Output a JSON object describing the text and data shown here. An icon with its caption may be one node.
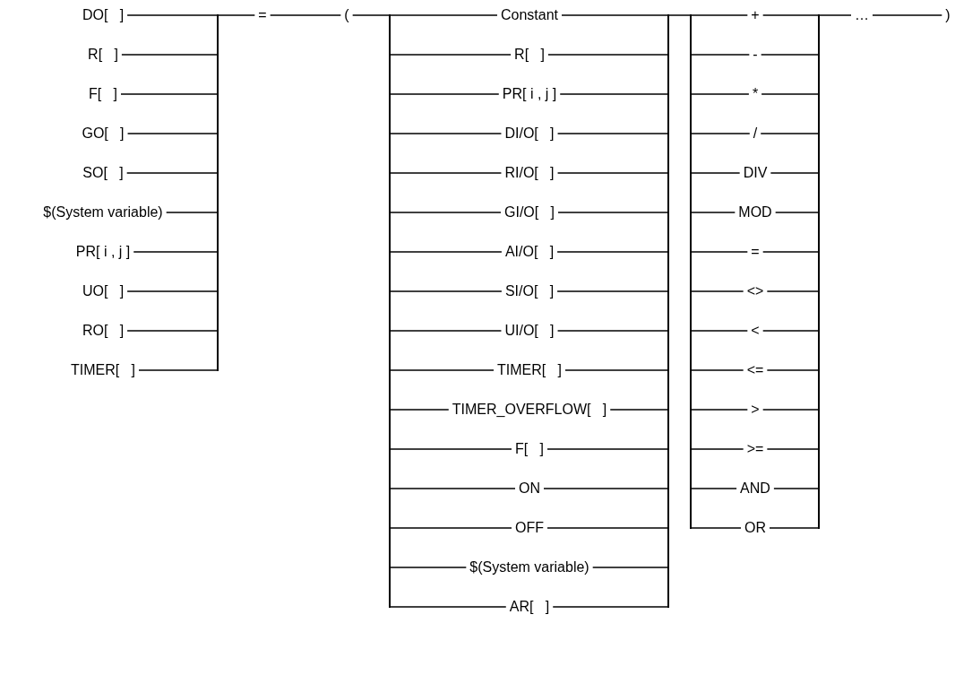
{
  "diagram": {
    "nodes": [
      {
        "text": [
          "DO[   ]"
        ]
      },
      {
        "text": [
          "R[   ]"
        ]
      },
      {
        "text": [
          "F[   ]"
        ]
      },
      {
        "text": [
          "GO[   ]"
        ]
      },
      {
        "text": [
          "SO[   ]"
        ]
      },
      {
        "text": [
          "$(System variable)"
        ]
      },
      {
        "text": [
          "PR[ i , j ]"
        ]
      },
      {
        "text": [
          "UO[   ]"
        ]
      },
      {
        "text": [
          "RO[   ]"
        ]
      },
      {
        "text": [
          "TIMER[   ]"
        ]
      },
      {
        "text": [],
        "shape": "bar"
      },
      {
        "text": [
          "="
        ]
      },
      {
        "text": [
          "("
        ]
      },
      {
        "text": [],
        "shape": "bar"
      },
      {
        "text": [
          "Constant"
        ]
      },
      {
        "text": [
          "R[   ]"
        ]
      },
      {
        "text": [
          "PR[ i , j ]"
        ]
      },
      {
        "text": [
          "DI/O[   ]"
        ]
      },
      {
        "text": [
          "RI/O[   ]"
        ]
      },
      {
        "text": [
          "GI/O[   ]"
        ]
      },
      {
        "text": [
          "AI/O[   ]"
        ]
      },
      {
        "text": [
          "SI/O[   ]"
        ]
      },
      {
        "text": [
          "UI/O[   ]"
        ]
      },
      {
        "text": [
          "TIMER[   ]"
        ]
      },
      {
        "text": [
          "TIMER_OVERFLOW[   ]"
        ]
      },
      {
        "text": [
          "F[   ]"
        ]
      },
      {
        "text": [
          "ON"
        ]
      },
      {
        "text": [
          "OFF"
        ]
      },
      {
        "text": [
          "$(System variable)"
        ]
      },
      {
        "text": [
          "AR[   ]"
        ]
      },
      {
        "text": [],
        "shape": "bar"
      },
      {
        "text": [],
        "shape": "bar"
      },
      {
        "text": [
          "+"
        ]
      },
      {
        "text": [
          "-"
        ]
      },
      {
        "text": [
          "*"
        ]
      },
      {
        "text": [
          "/"
        ]
      },
      {
        "text": [
          "DIV"
        ]
      },
      {
        "text": [
          "MOD"
        ]
      },
      {
        "text": [
          "="
        ]
      },
      {
        "text": [
          "<>"
        ]
      },
      {
        "text": [
          "<"
        ]
      },
      {
        "text": [
          "<="
        ]
      },
      {
        "text": [
          ">"
        ]
      },
      {
        "text": [
          ">="
        ]
      },
      {
        "text": [
          "AND"
        ]
      },
      {
        "text": [
          "OR"
        ]
      },
      {
        "text": [],
        "shape": "bar"
      },
      {
        "text": [
          "…"
        ]
      },
      {
        "text": [
          ")"
        ]
      }
    ],
    "edges": [
      {
        "from": 0,
        "to": 10,
        "arrow": "none"
      },
      {
        "from": 1,
        "to": 10,
        "arrow": "none"
      },
      {
        "from": 2,
        "to": 10,
        "arrow": "none"
      },
      {
        "from": 3,
        "to": 10,
        "arrow": "none"
      },
      {
        "from": 4,
        "to": 10,
        "arrow": "none"
      },
      {
        "from": 5,
        "to": 10,
        "arrow": "none"
      },
      {
        "from": 6,
        "to": 10,
        "arrow": "none"
      },
      {
        "from": 7,
        "to": 10,
        "arrow": "none"
      },
      {
        "from": 8,
        "to": 10,
        "arrow": "none"
      },
      {
        "from": 9,
        "to": 10,
        "arrow": "none"
      },
      {
        "from": 10,
        "to": 11,
        "arrow": "none"
      },
      {
        "from": 11,
        "to": 12,
        "arrow": "none"
      },
      {
        "from": 12,
        "to": 13,
        "arrow": "none"
      },
      {
        "from": 13,
        "to": 14,
        "arrow": "none"
      },
      {
        "from": 13,
        "to": 15,
        "arrow": "none"
      },
      {
        "from": 13,
        "to": 16,
        "arrow": "none"
      },
      {
        "from": 13,
        "to": 17,
        "arrow": "none"
      },
      {
        "from": 13,
        "to": 18,
        "arrow": "none"
      },
      {
        "from": 13,
        "to": 19,
        "arrow": "none"
      },
      {
        "from": 13,
        "to": 20,
        "arrow": "none"
      },
      {
        "from": 13,
        "to": 21,
        "arrow": "none"
      },
      {
        "from": 13,
        "to": 22,
        "arrow": "none"
      },
      {
        "from": 13,
        "to": 23,
        "arrow": "none"
      },
      {
        "from": 13,
        "to": 24,
        "arrow": "none"
      },
      {
        "from": 13,
        "to": 25,
        "arrow": "none"
      },
      {
        "from": 13,
        "to": 26,
        "arrow": "none"
      },
      {
        "from": 13,
        "to": 27,
        "arrow": "none"
      },
      {
        "from": 13,
        "to": 28,
        "arrow": "none"
      },
      {
        "from": 13,
        "to": 29,
        "arrow": "none"
      },
      {
        "from": 14,
        "to": 30,
        "arrow": "none"
      },
      {
        "from": 15,
        "to": 30,
        "arrow": "none"
      },
      {
        "from": 16,
        "to": 30,
        "arrow": "none"
      },
      {
        "from": 17,
        "to": 30,
        "arrow": "none"
      },
      {
        "from": 18,
        "to": 30,
        "arrow": "none"
      },
      {
        "from": 19,
        "to": 30,
        "arrow": "none"
      },
      {
        "from": 20,
        "to": 30,
        "arrow": "none"
      },
      {
        "from": 21,
        "to": 30,
        "arrow": "none"
      },
      {
        "from": 22,
        "to": 30,
        "arrow": "none"
      },
      {
        "from": 23,
        "to": 30,
        "arrow": "none"
      },
      {
        "from": 24,
        "to": 30,
        "arrow": "none"
      },
      {
        "from": 25,
        "to": 30,
        "arrow": "none"
      },
      {
        "from": 26,
        "to": 30,
        "arrow": "none"
      },
      {
        "from": 27,
        "to": 30,
        "arrow": "none"
      },
      {
        "from": 28,
        "to": 30,
        "arrow": "none"
      },
      {
        "from": 29,
        "to": 30,
        "arrow": "none"
      },
      {
        "from": 30,
        "to": 31,
        "arrow": "none"
      },
      {
        "from": 31,
        "to": 32,
        "arrow": "none"
      },
      {
        "from": 31,
        "to": 33,
        "arrow": "none"
      },
      {
        "from": 31,
        "to": 34,
        "arrow": "none"
      },
      {
        "from": 31,
        "to": 35,
        "arrow": "none"
      },
      {
        "from": 31,
        "to": 36,
        "arrow": "none"
      },
      {
        "from": 31,
        "to": 37,
        "arrow": "none"
      },
      {
        "from": 31,
        "to": 38,
        "arrow": "none"
      },
      {
        "from": 31,
        "to": 39,
        "arrow": "none"
      },
      {
        "from": 31,
        "to": 40,
        "arrow": "none"
      },
      {
        "from": 31,
        "to": 41,
        "arrow": "none"
      },
      {
        "from": 31,
        "to": 42,
        "arrow": "none"
      },
      {
        "from": 31,
        "to": 43,
        "arrow": "none"
      },
      {
        "from": 31,
        "to": 44,
        "arrow": "none"
      },
      {
        "from": 31,
        "to": 45,
        "arrow": "none"
      },
      {
        "from": 32,
        "to": 46,
        "arrow": "none"
      },
      {
        "from": 33,
        "to": 46,
        "arrow": "none"
      },
      {
        "from": 34,
        "to": 46,
        "arrow": "none"
      },
      {
        "from": 35,
        "to": 46,
        "arrow": "none"
      },
      {
        "from": 36,
        "to": 46,
        "arrow": "none"
      },
      {
        "from": 37,
        "to": 46,
        "arrow": "none"
      },
      {
        "from": 38,
        "to": 46,
        "arrow": "none"
      },
      {
        "from": 39,
        "to": 46,
        "arrow": "none"
      },
      {
        "from": 40,
        "to": 46,
        "arrow": "none"
      },
      {
        "from": 41,
        "to": 46,
        "arrow": "none"
      },
      {
        "from": 42,
        "to": 46,
        "arrow": "none"
      },
      {
        "from": 43,
        "to": 46,
        "arrow": "none"
      },
      {
        "from": 44,
        "to": 46,
        "arrow": "none"
      },
      {
        "from": 45,
        "to": 46,
        "arrow": "none"
      },
      {
        "from": 46,
        "to": 47,
        "arrow": "none"
      },
      {
        "from": 47,
        "to": 48,
        "arrow": "none"
      }
    ]
  }
}
